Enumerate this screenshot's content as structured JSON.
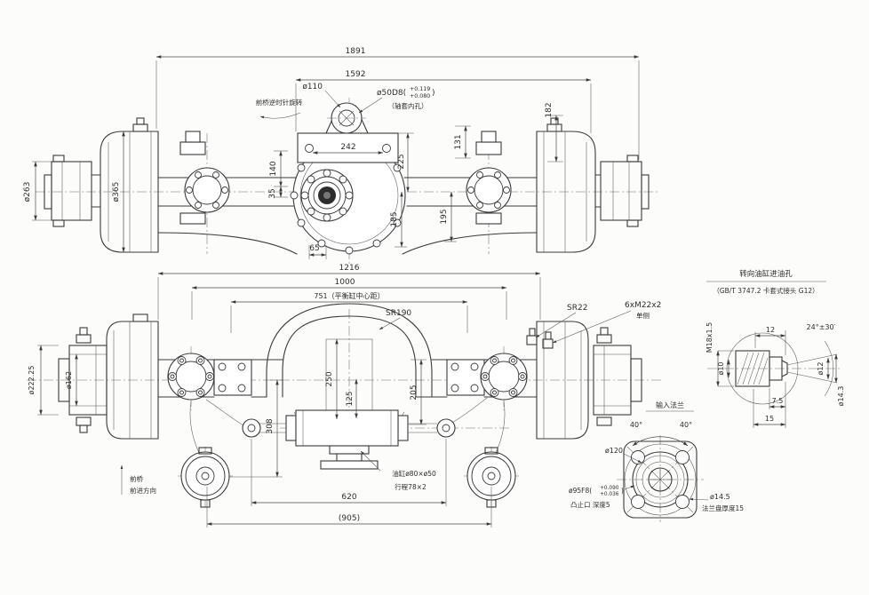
{
  "colors": {
    "line": "#3a3a3a",
    "background": "#fcfcfb"
  },
  "top_view": {
    "dim_1891": "1891",
    "dim_1592": "1592",
    "label_d110": "ø110",
    "d50_prefix": "ø50D8(",
    "d50_tol_top": "+0.119",
    "d50_tol_bot": "+0.080",
    "d50_suffix": ")",
    "note_sleeve": "（轴套内孔）",
    "note_rotation": "前桥逆时针旋转",
    "dim_242": "242",
    "dim_225": "225",
    "dim_131": "131",
    "dim_182": "182",
    "dim_140": "140",
    "dim_35": "35",
    "dim_65": "65",
    "dim_185": "185",
    "dim_195": "195",
    "label_d263": "ø263",
    "label_d365": "ø365"
  },
  "bottom_view": {
    "dim_1216": "1216",
    "dim_1000": "1000",
    "dim_751": "751（平衡缸中心距）",
    "label_sr190": "SR190",
    "label_sr22": "SR22",
    "label_studs": "6xM22x2",
    "note_studs": "单侧",
    "dim_250": "250",
    "dim_125": "125",
    "dim_308": "308",
    "dim_205": "205",
    "dim_620": "620",
    "dim_905": "(905)",
    "label_d222": "ø222.25",
    "label_d162": "ø162",
    "note_cylinder": "油缸ø80×ø50",
    "note_stroke": "行程78×2",
    "note_axle": "前桥",
    "note_direction": "前进方向"
  },
  "fitting_detail": {
    "title": "转向油缸进油孔",
    "subtitle": "（GB/T 3747.2 卡套式接头 G12）",
    "label_thread": "M18x1.5",
    "dim_12": "12",
    "dim_angle": "24°±30′",
    "label_d10": "ø10",
    "label_d12": "ø12",
    "dim_7_5": "7.5",
    "dim_15": "15",
    "label_d14_3": "ø14.3"
  },
  "flange_detail": {
    "title": "输入法兰",
    "dim_40_left": "40°",
    "dim_40_right": "40°",
    "label_d120": "ø120",
    "d95_prefix": "ø95F8(",
    "d95_tol_top": "+0.090",
    "d95_tol_bot": "+0.036",
    "d95_suffix": ")",
    "note_spigot": "凸止口 深度5",
    "label_d14_5": "ø14.5",
    "note_thickness": "法兰盘厚度15"
  }
}
